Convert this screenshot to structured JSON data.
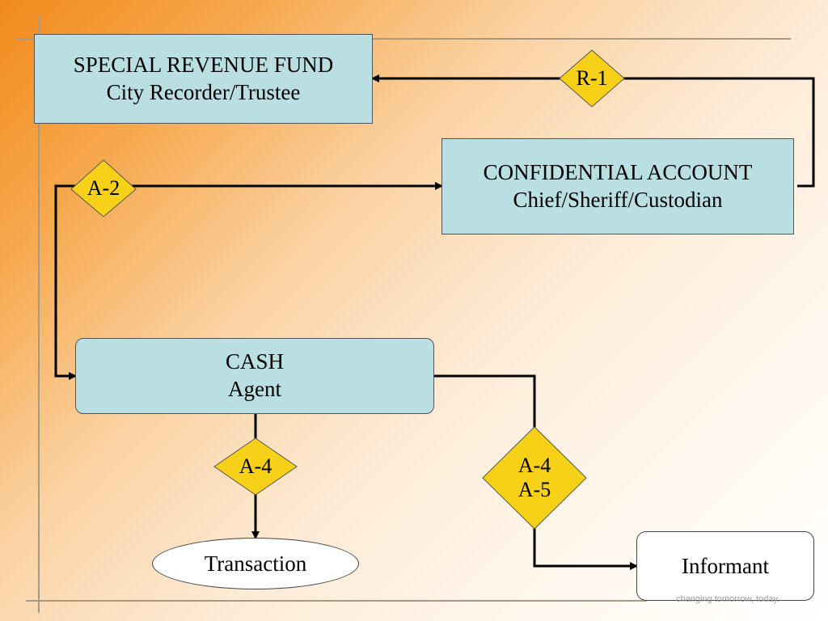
{
  "boxes": {
    "special_revenue_fund": {
      "line1": "SPECIAL REVENUE FUND",
      "line2": "City Recorder/Trustee"
    },
    "confidential_account": {
      "line1": "CONFIDENTIAL ACCOUNT",
      "line2": "Chief/Sheriff/Custodian"
    },
    "cash": {
      "line1": "CASH",
      "line2": "Agent"
    }
  },
  "diamonds": {
    "r1": "R-1",
    "a2": "A-2",
    "a4_left": "A-4",
    "a4_a5_line1": "A-4",
    "a4_a5_line2": "A-5"
  },
  "endpoints": {
    "transaction": "Transaction",
    "informant": "Informant"
  },
  "footer": {
    "tagline": "changing tomorrow, today."
  },
  "colors": {
    "box_fill": "#b9dfe3",
    "diamond_fill": "#f7d117",
    "connector": "#000000"
  }
}
